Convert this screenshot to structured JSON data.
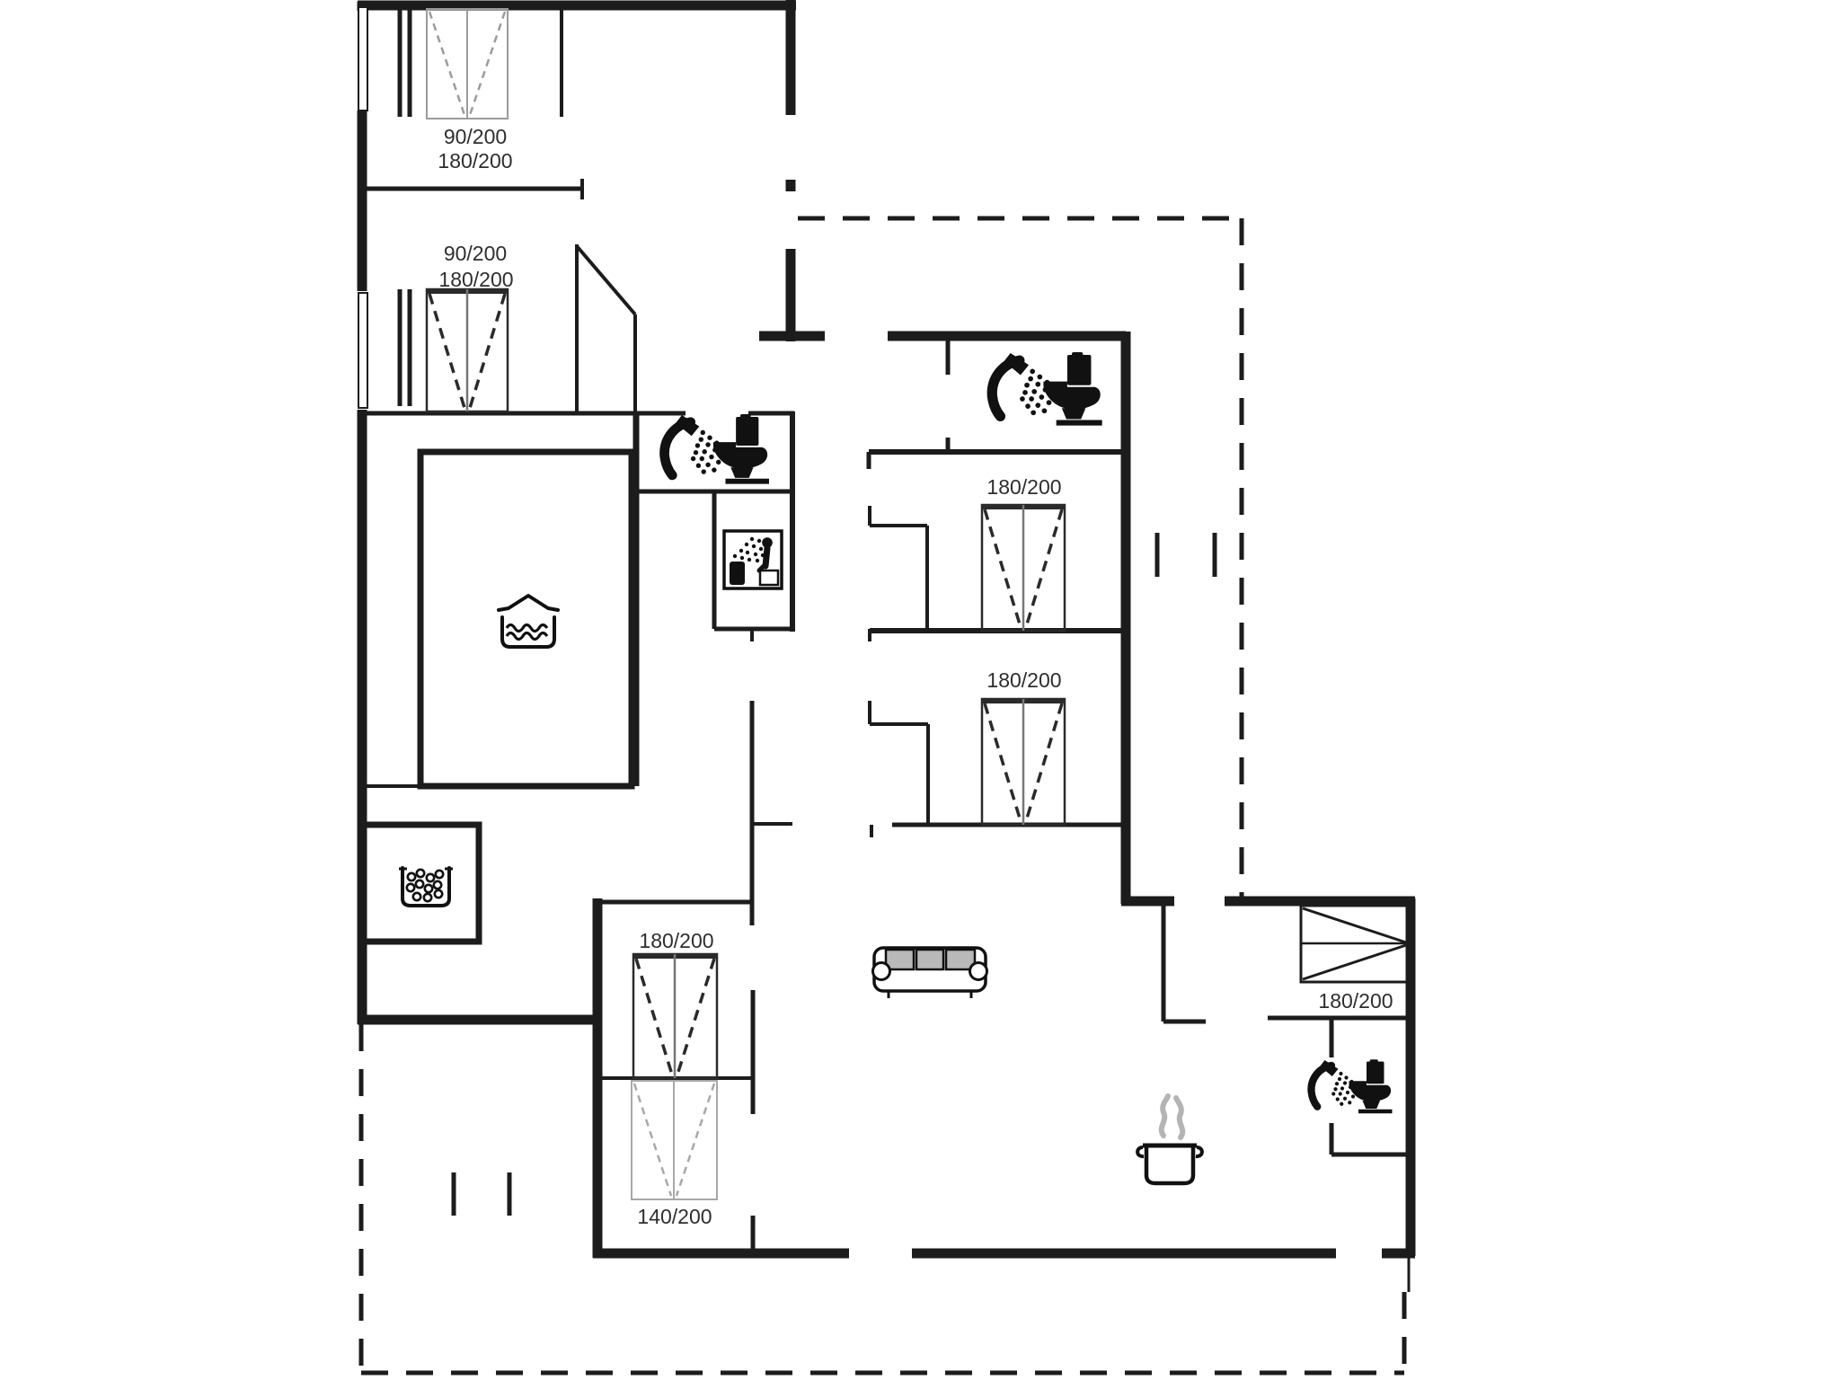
{
  "plan": {
    "type": "vacation-house-floor-plan",
    "colors": {
      "background": "#ffffff",
      "wall": "#1c1c1c",
      "light_line": "#9b9b9b",
      "text": "#2e2e2e",
      "sofa_cushion_gray": "#b9b9b9",
      "steam_gray": "#b4b4b4"
    },
    "bed_labels": {
      "topleft_upper_line1": "90/200",
      "topleft_upper_line2": "180/200",
      "topleft_lower_line1": "90/200",
      "topleft_lower_line2": "180/200",
      "wing_upper": "180/200",
      "wing_lower": "180/200",
      "bottomleft_upper": "180/200",
      "bottomleft_lower": "140/200",
      "alcove_right": "180/200"
    },
    "icons": [
      {
        "name": "shower-toilet-icon",
        "meaning": "bathroom with shower and toilet",
        "count": 3
      },
      {
        "name": "sauna-icon",
        "meaning": "sauna",
        "count": 1
      },
      {
        "name": "pool-icon",
        "meaning": "swimming pool with water waves",
        "count": 1
      },
      {
        "name": "whirlpool-icon",
        "meaning": "whirlpool with bubbles",
        "count": 1
      },
      {
        "name": "sofa-icon",
        "meaning": "sofa / living room",
        "count": 1
      },
      {
        "name": "cooking-pot-icon",
        "meaning": "kitchen / cooking pot with steam",
        "count": 1
      }
    ]
  }
}
